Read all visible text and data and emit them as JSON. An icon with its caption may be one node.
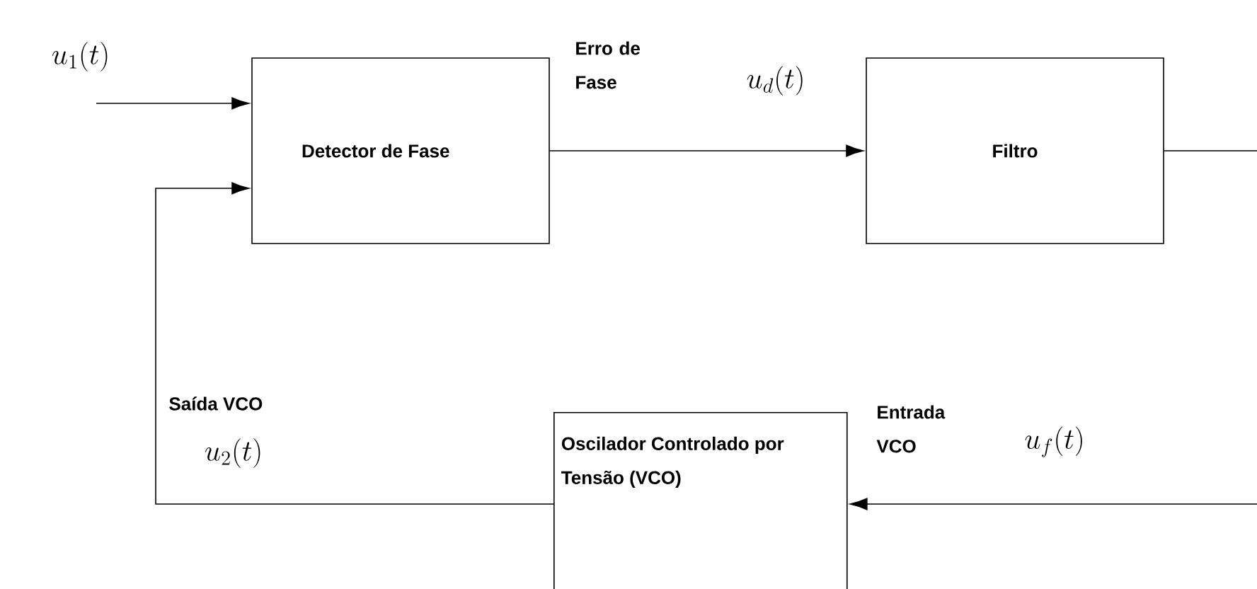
{
  "diagram": {
    "nodes": [
      {
        "text": [
          "Detector de Fase"
        ]
      },
      {
        "text": [
          "Filtro"
        ]
      },
      {
        "text": [
          "Oscilador Controlado por Tensão (VCO)"
        ]
      }
    ],
    "edges": [
      {
        "from": null,
        "to": 0,
        "arrow": "to"
      },
      {
        "from": 0,
        "to": 1,
        "arrow": "to",
        "label": "Erro de Fase"
      },
      {
        "from": 1,
        "to": 2,
        "arrow": "to",
        "label": "Entrada VCO"
      },
      {
        "from": 2,
        "to": 0,
        "arrow": "to",
        "label": "Saída VCO"
      }
    ],
    "labels": [
      "u_1(t)",
      "u_d(t)",
      "u_2(t)",
      "u_f(t)"
    ]
  }
}
